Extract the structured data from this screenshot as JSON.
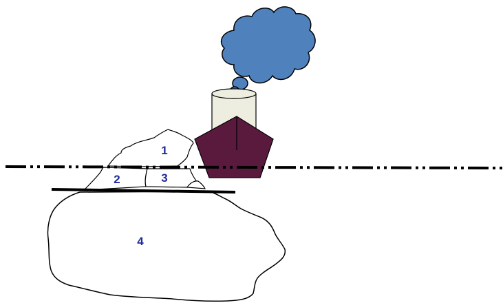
{
  "diagram": {
    "labels": {
      "region_1": "1",
      "region_2": "2",
      "region_3": "3",
      "region_4": "4"
    },
    "colors": {
      "label": "#1f2b9a",
      "outline": "#000000",
      "ship_hull": "#5a1a3e",
      "smokestack": "#eeeee0",
      "smoke": "#4f81bd",
      "background": "#ffffff"
    }
  }
}
